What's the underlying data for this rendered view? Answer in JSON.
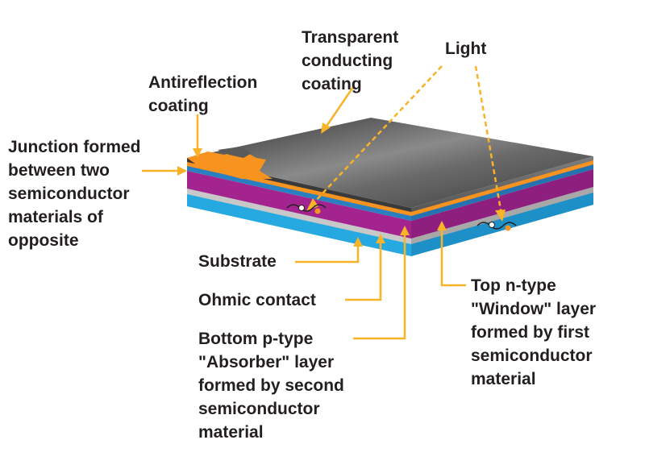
{
  "colors": {
    "leader_line": "#f8b326",
    "light_ray": "#f8b326",
    "text": "#231f20",
    "top_coating": "#4a4a4a",
    "antireflection": "#f7931e",
    "junction_band": "#f7931e",
    "window_layer": "#2a7fc1",
    "absorber_layer": "#a3248f",
    "ohmic_contact": "#bdbdbd",
    "substrate": "#25a9e0"
  },
  "labels": {
    "transparent_coating": [
      "Transparent",
      "conducting",
      "coating"
    ],
    "light": [
      "Light"
    ],
    "antireflection": [
      "Antireflection",
      "coating"
    ],
    "junction": [
      "Junction formed",
      "between two",
      "semiconductor",
      "materials of",
      "opposite"
    ],
    "substrate": [
      "Substrate"
    ],
    "ohmic_contact": [
      "Ohmic contact"
    ],
    "absorber": [
      "Bottom p-type",
      "\"Absorber\" layer",
      "formed by second",
      "semiconductor",
      "material"
    ],
    "window": [
      "Top n-type",
      "\"Window\" layer",
      "formed by first",
      "semiconductor",
      "material"
    ]
  }
}
